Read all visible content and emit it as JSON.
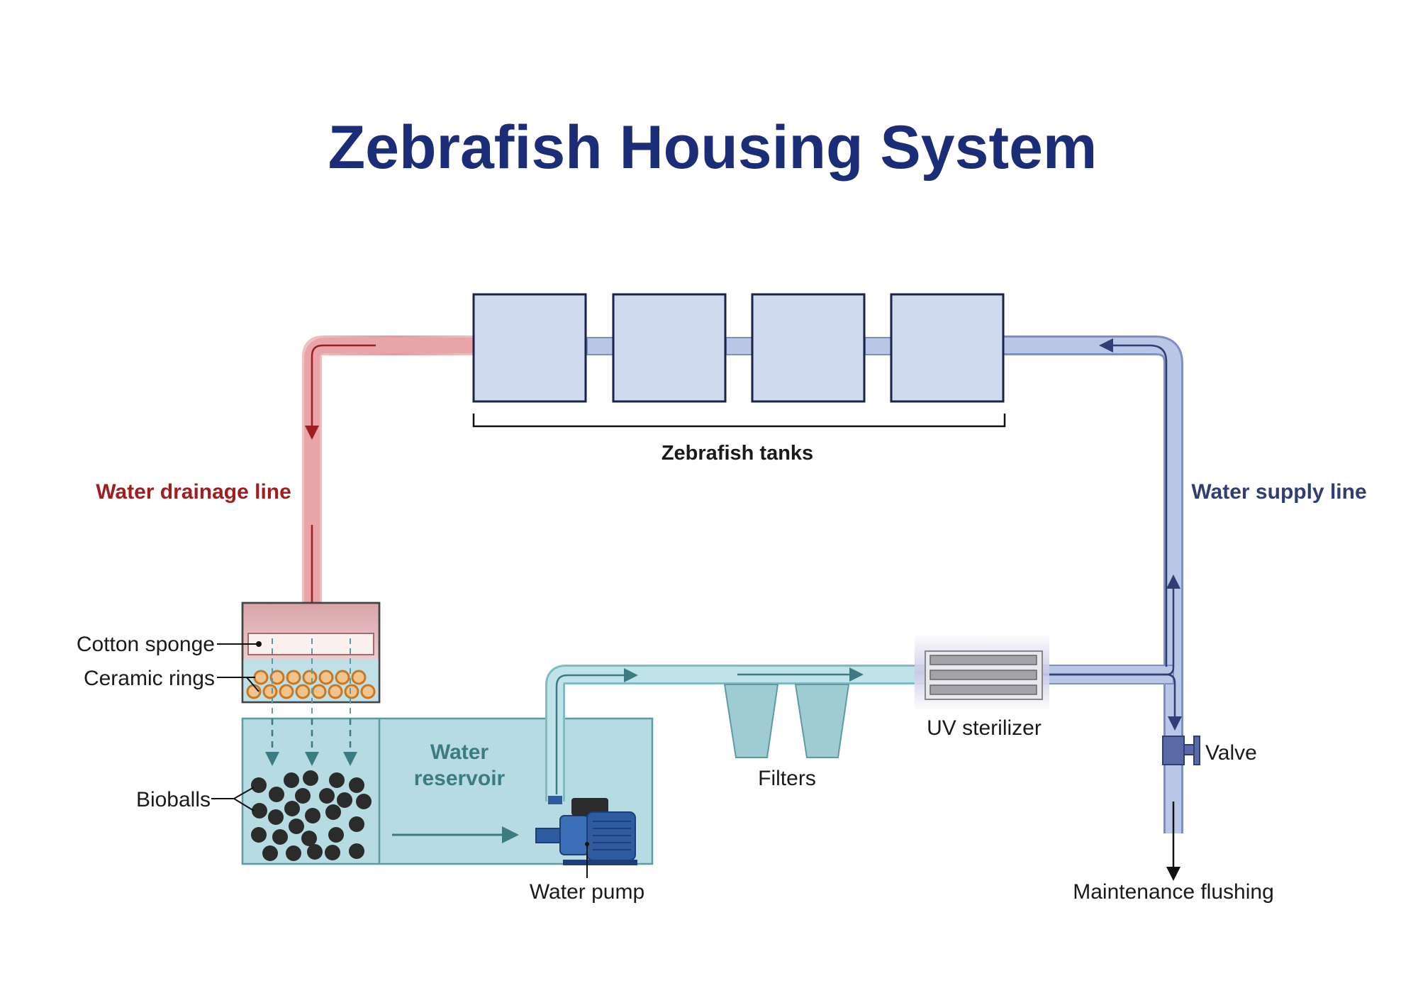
{
  "title": "Zebrafish Housing System",
  "labels": {
    "tanks": "Zebrafish tanks",
    "drainage_line": "Water drainage line",
    "supply_line": "Water supply line",
    "cotton_sponge": "Cotton sponge",
    "ceramic_rings": "Ceramic rings",
    "bioballs": "Bioballs",
    "reservoir_line1": "Water",
    "reservoir_line2": "reservoir",
    "water_pump": "Water pump",
    "filters": "Filters",
    "uv_sterilizer": "UV sterilizer",
    "valve": "Valve",
    "maintenance": "Maintenance flushing"
  },
  "colors": {
    "title": "#1c2d78",
    "drainage": "#9e1e22",
    "supply": "#2f3e73",
    "reservoir_text": "#3d7b83",
    "drain_pipe": "#e7a7aa",
    "supply_pipe": "#b3c0e1",
    "water_pipe": "#b4dde3",
    "tank_fill": "#cfdaef",
    "tank_stroke": "#1b2346",
    "reservoir_fill": "#b6dbe2",
    "reservoir_stroke": "#5f9aa4",
    "pump": "#2e5aa0",
    "bioball": "#2b2b2b",
    "ring": "#d9882a"
  },
  "icons": [
    "water-pump-icon",
    "uv-sterilizer-icon",
    "valve-icon",
    "filter-cone-icon",
    "bioball-icon",
    "ceramic-ring-icon"
  ]
}
